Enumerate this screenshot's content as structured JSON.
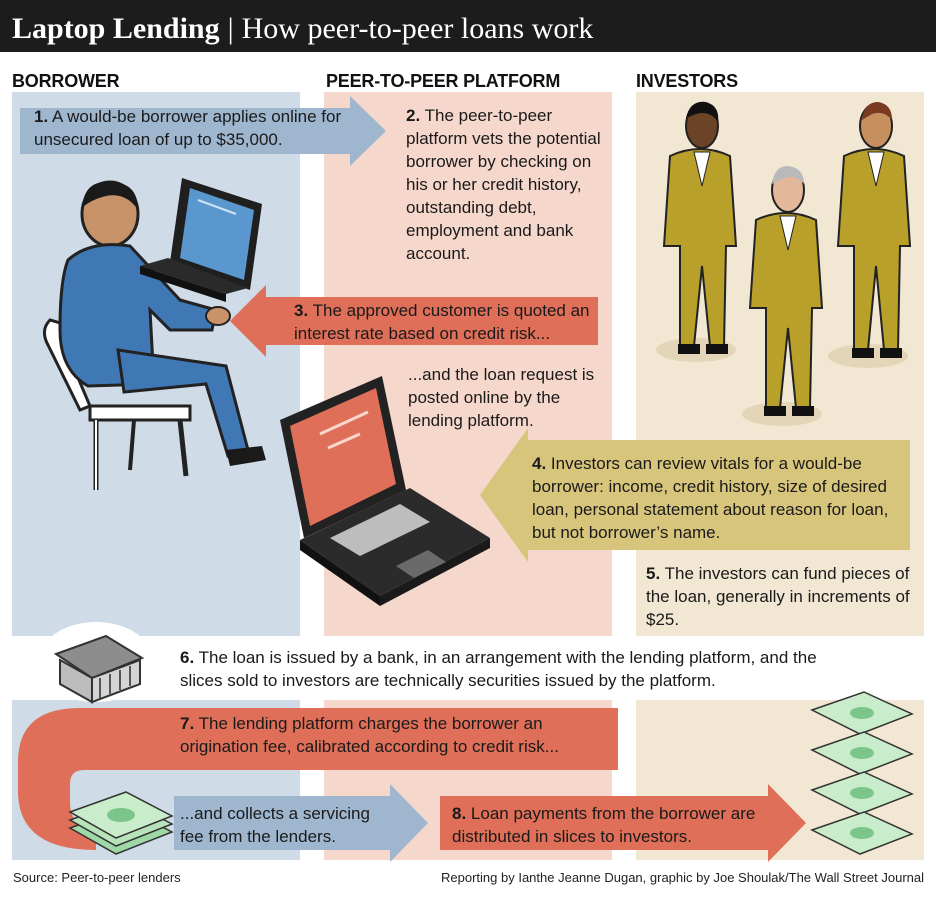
{
  "header": {
    "title_bold": "Laptop Lending",
    "separator": "|",
    "title_sub": "How peer-to-peer loans work"
  },
  "columns": {
    "borrower": "BORROWER",
    "platform": "PEER-TO-PEER PLATFORM",
    "investors": "INVESTORS"
  },
  "steps": {
    "s1_num": "1.",
    "s1_text": "A would-be borrower applies online for unsecured loan of up to $35,000.",
    "s2_num": "2.",
    "s2_text": "The peer-to-peer platform vets the potential borrower by checking on his or her credit history, outstanding debt, employment and bank account.",
    "s3_num": "3.",
    "s3_text": "The approved customer is quoted an interest rate based on credit risk...",
    "s3b_text": "...and the loan request is posted online by the lending platform.",
    "s4_num": "4.",
    "s4_text": "Investors can review vitals for a would-be borrower: income, credit history, size of desired loan, personal statement about reason for loan, but not borrower’s name.",
    "s5_num": "5.",
    "s5_text": "The investors can fund pieces of the loan, generally in increments of $25.",
    "s6_num": "6.",
    "s6_text": "The loan is issued by a bank, in an arrangement with the lending platform, and the slices sold to investors are technically securities issued by the platform.",
    "s7_num": "7.",
    "s7_text": "The lending platform charges the borrower an origination fee, calibrated according to credit risk...",
    "s7b_text": "...and collects a servicing fee from the lenders.",
    "s8_num": "8.",
    "s8_text": "Loan payments from the borrower are distributed in slices to investors."
  },
  "footer": {
    "source": "Source: Peer-to-peer lenders",
    "credit": "Reporting by Ianthe Jeanne Dugan, graphic by Joe Shoulak/The Wall Street Journal"
  },
  "colors": {
    "blue_col": "#cfdbe7",
    "pink_col": "#f6d7cb",
    "beige_col": "#f1e7d3",
    "blue_arrow": "#9fb6cf",
    "red_arrow": "#df6f58",
    "gold_arrow": "#d8c57c",
    "suit_blue": "#3f78b5",
    "suit_gold": "#b8a02a"
  }
}
